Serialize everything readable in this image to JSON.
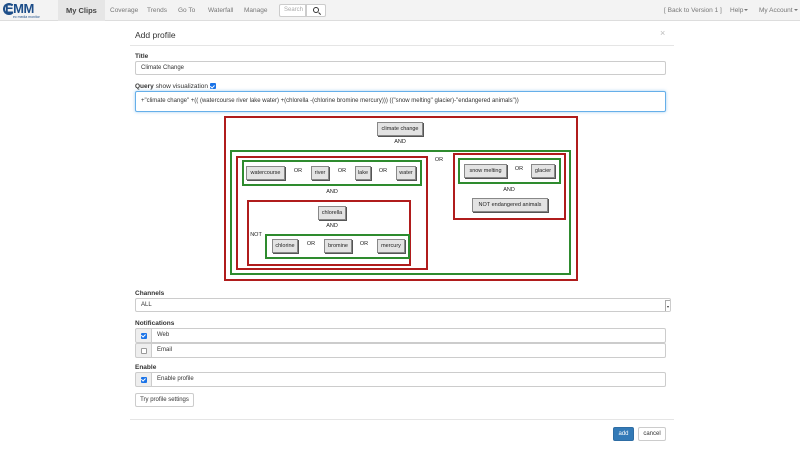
{
  "navbar": {
    "logo_text": "EMM",
    "logo_sub": "ec media monitor",
    "items": [
      "My Clips",
      "Coverage",
      "Trends",
      "Go To",
      "Waterfall",
      "Manage"
    ],
    "search_placeholder": "Search",
    "back_label": "[ Back to Version 1 ]",
    "help_label": "Help",
    "account_label": "My Account"
  },
  "modal": {
    "title": "Add profile",
    "close": "×",
    "title_label": "Title",
    "title_value": "Climate Change",
    "query_label": "Query",
    "show_viz_label": "show visualization",
    "query_value": "+\"climate change\" +(( (watercourse river lake water) +(chlorella -(chlorine bromine mercury))) ((\"snow melting\" glacier)-\"endangered animals\"))",
    "channels_label": "Channels",
    "channels_value": "ALL",
    "notifications_label": "Notifications",
    "notify_web": "Web",
    "notify_email": "Email",
    "enable_label": "Enable",
    "enable_profile": "Enable profile",
    "try_button": "Try profile settings",
    "add_button": "add",
    "cancel_button": "cancel"
  },
  "visualization": {
    "root_term": "climate change",
    "and_top": "AND",
    "or_main": "OR",
    "group1_terms": [
      "watercourse",
      "river",
      "lake",
      "water"
    ],
    "or_label": "OR",
    "and_mid": "AND",
    "chlorella": "chlorella",
    "and_inner": "AND",
    "not_label": "NOT",
    "group2_terms": [
      "chlorine",
      "bromine",
      "mercury"
    ],
    "group3_terms": [
      "snow melting",
      "glacier"
    ],
    "and_right": "AND",
    "not_term": "NOT endangered animals"
  },
  "colors": {
    "primary": "#337ab7",
    "and_box": "#b01c1c",
    "or_box": "#2e8b2e"
  }
}
